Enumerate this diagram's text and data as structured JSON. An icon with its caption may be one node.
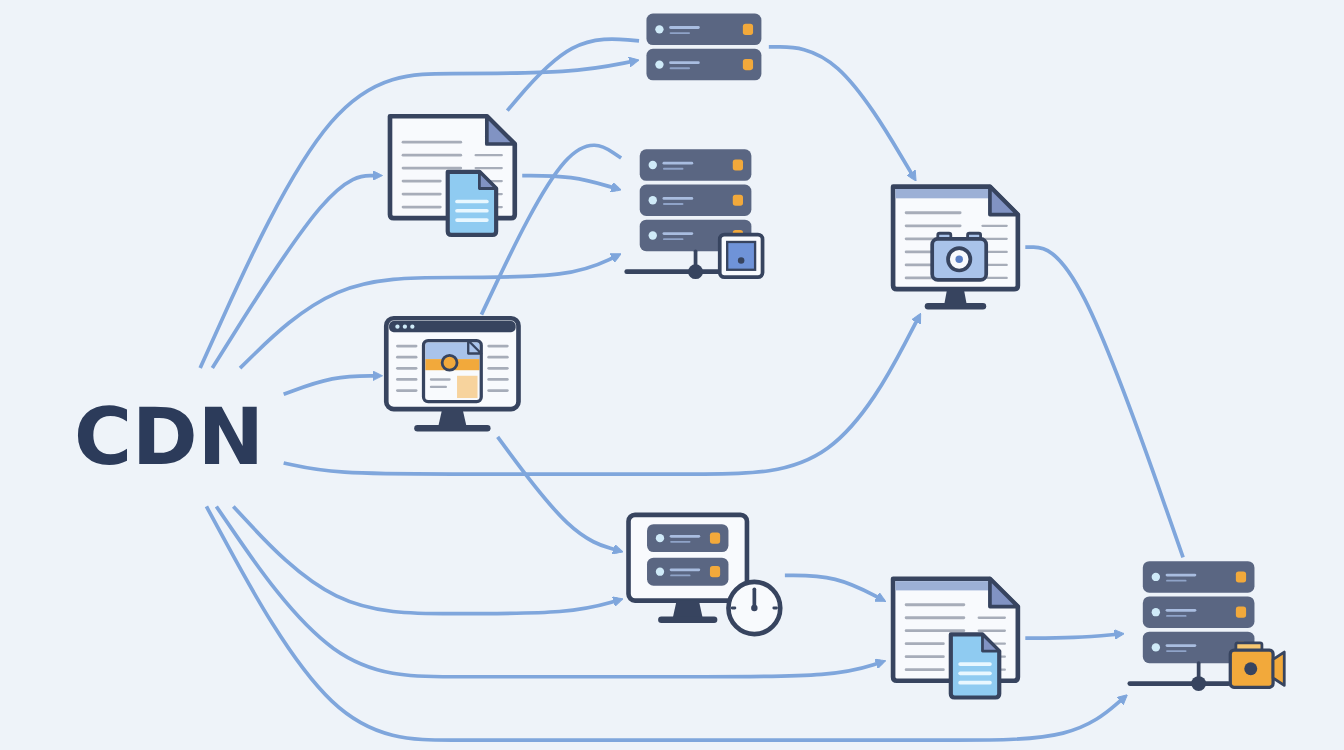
{
  "diagram": {
    "nodes": [
      {
        "text": [],
        "shape": "picture"
      },
      {
        "text": [],
        "shape": "picture"
      },
      {
        "text": [],
        "shape": "picture"
      },
      {
        "text": [],
        "shape": "picture"
      },
      {
        "text": [
          "CDN"
        ]
      },
      {
        "text": [],
        "shape": "picture"
      },
      {
        "text": [],
        "shape": "picture"
      },
      {
        "text": [],
        "shape": "picture"
      },
      {
        "text": [],
        "shape": "picture"
      }
    ],
    "edges": [
      {
        "from": 4,
        "to": 0,
        "arrow": "to"
      },
      {
        "from": 4,
        "to": 2,
        "arrow": "to"
      },
      {
        "from": 4,
        "to": 5,
        "arrow": "to"
      },
      {
        "from": 4,
        "to": 7,
        "arrow": "to"
      },
      {
        "from": 4,
        "to": 8,
        "arrow": "to"
      },
      {
        "from": 4,
        "to": 6,
        "arrow": "to"
      },
      {
        "from": 4,
        "to": 3,
        "arrow": "to"
      },
      {
        "from": 4,
        "to": 1,
        "arrow": "to"
      },
      {
        "from": 1,
        "to": 0,
        "arrow": "to"
      },
      {
        "from": 0,
        "to": 2,
        "arrow": "to"
      },
      {
        "from": 2,
        "to": 5,
        "arrow": "to"
      },
      {
        "from": 7,
        "to": 5,
        "arrow": "none"
      },
      {
        "from": 8,
        "to": 7,
        "arrow": "to"
      },
      {
        "from": 6,
        "to": 8,
        "arrow": "none"
      },
      {
        "from": 6,
        "to": 3,
        "arrow": "to"
      },
      {
        "from": 1,
        "to": 3,
        "arrow": "none"
      }
    ]
  }
}
